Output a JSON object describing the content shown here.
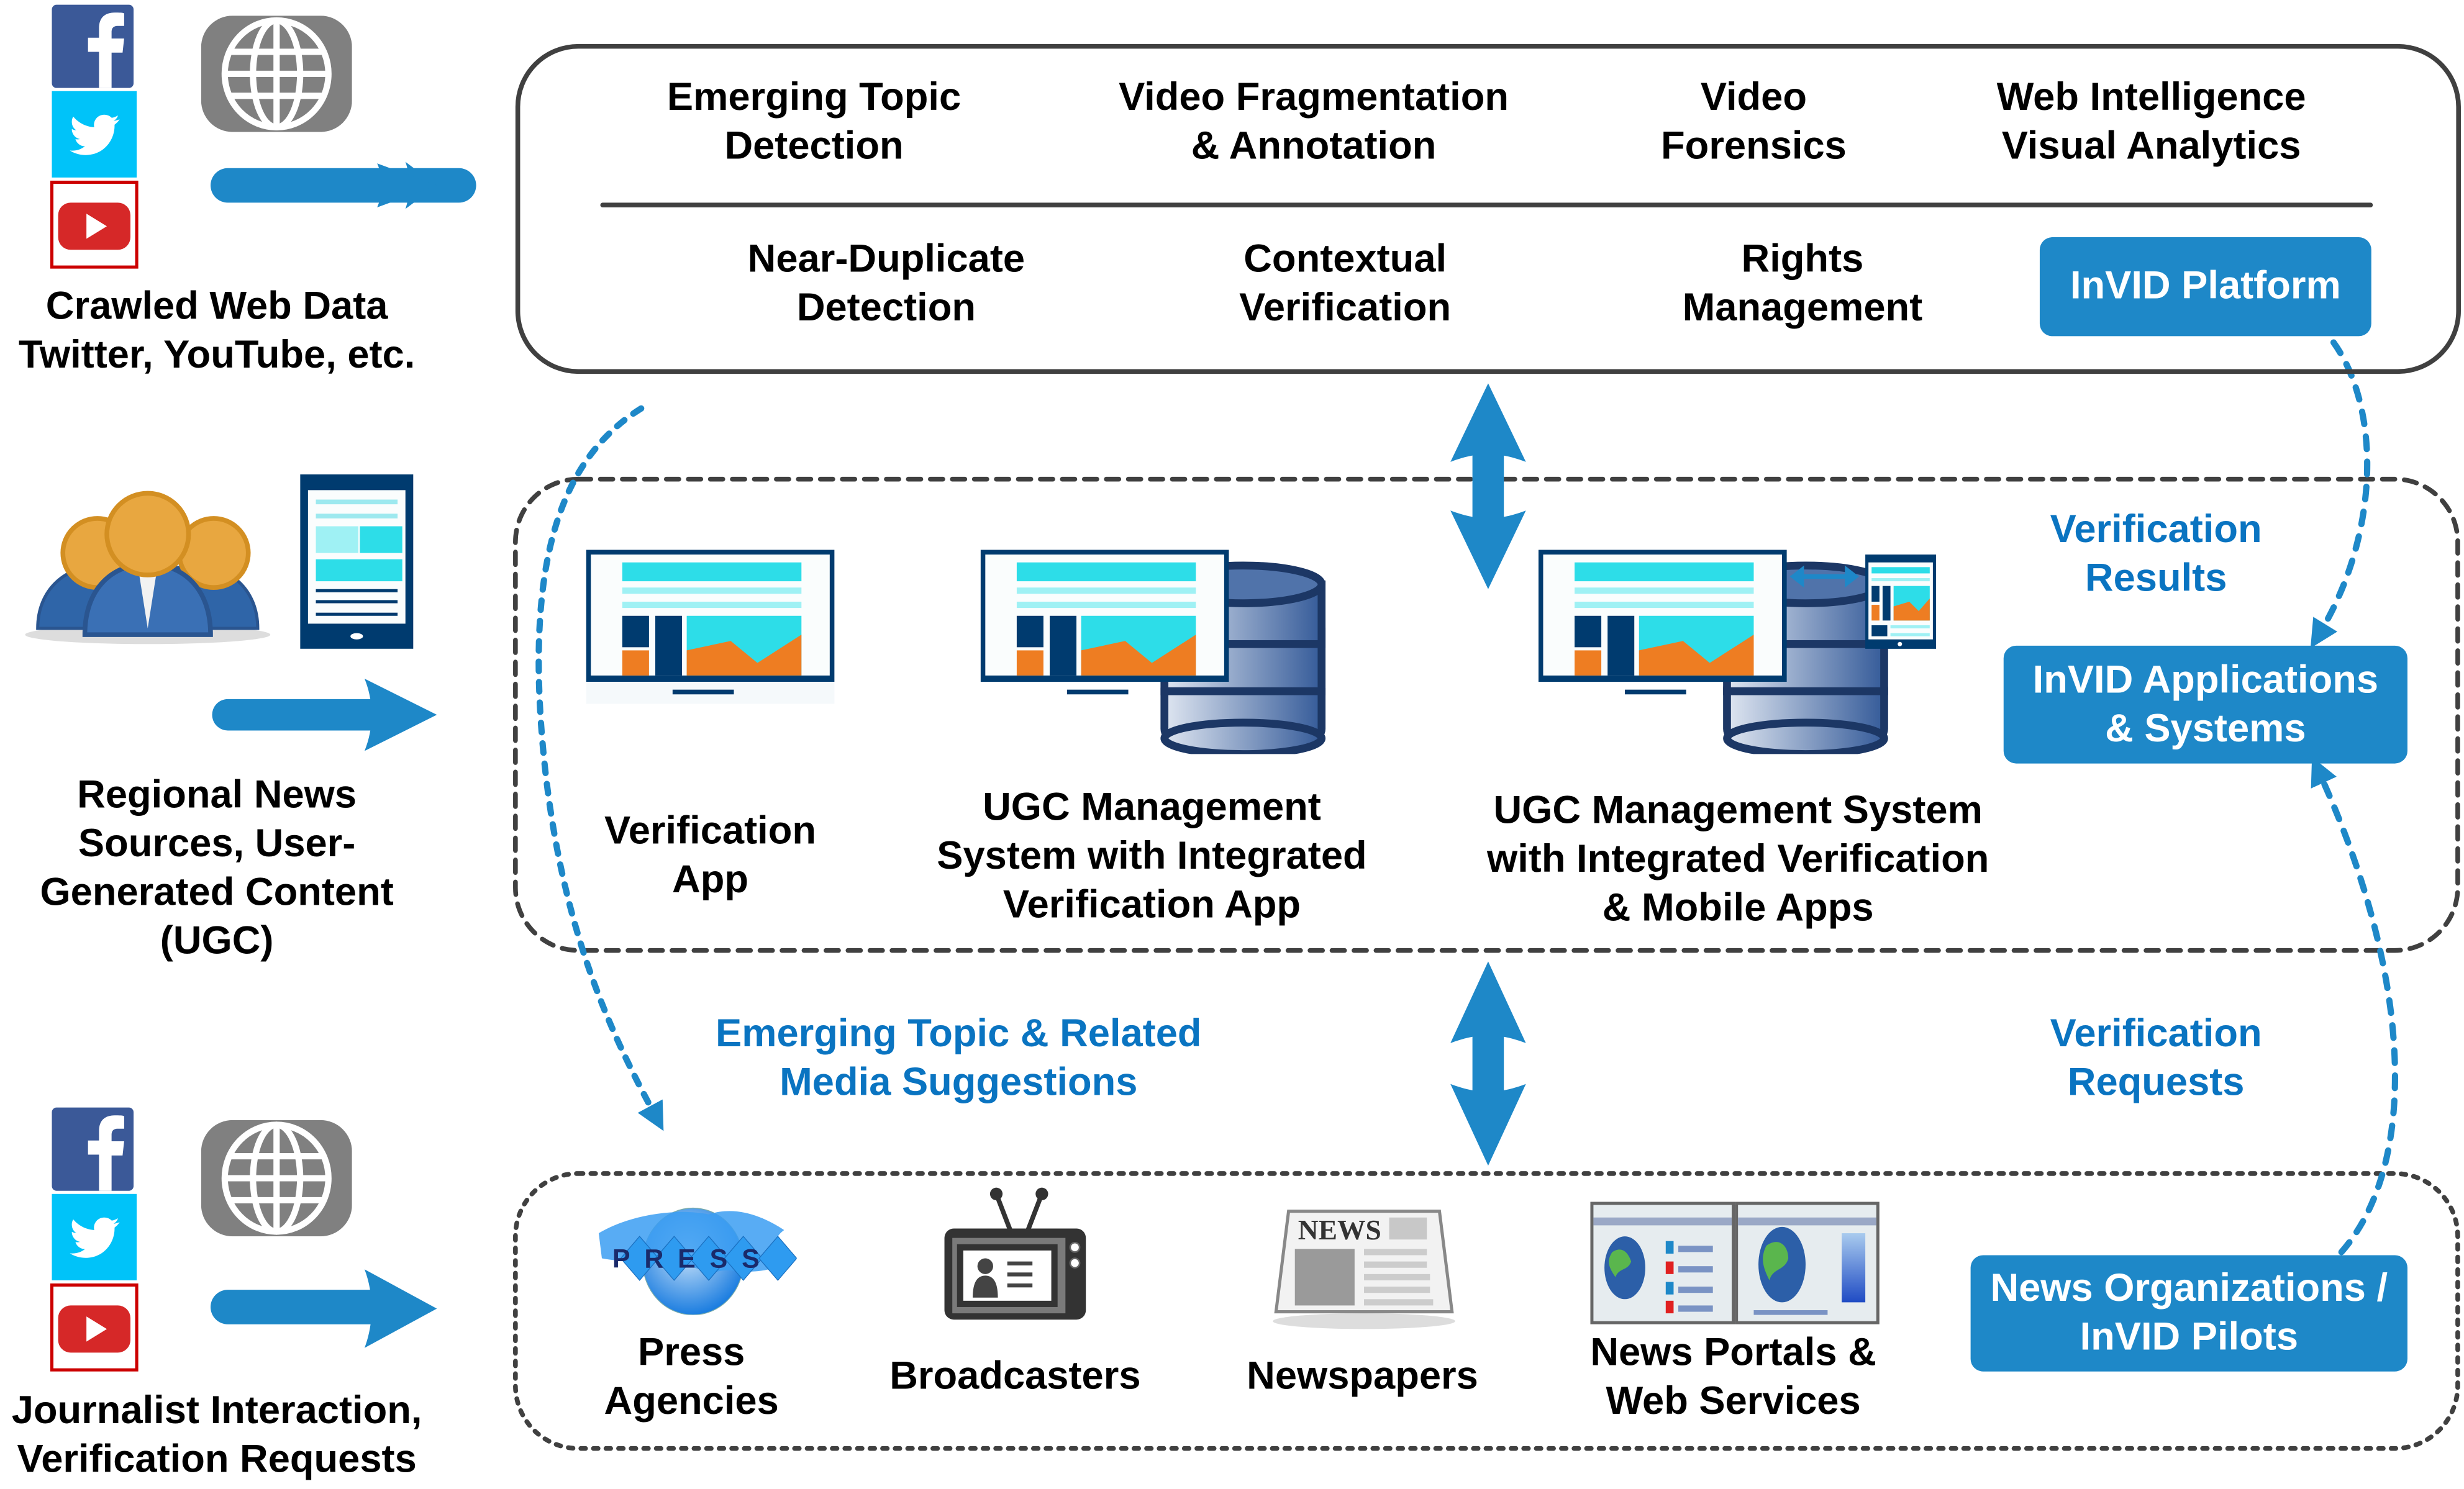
{
  "sources": {
    "crawled": [
      "Crawled Web Data",
      "Twitter, YouTube, etc."
    ],
    "regional": [
      "Regional News",
      "Sources, User-",
      "Generated Content",
      "(UGC)"
    ],
    "journalist": [
      "Journalist Interaction,",
      "Verification Requests"
    ]
  },
  "platform": {
    "top_row": [
      [
        "Emerging Topic",
        "Detection"
      ],
      [
        "Video Fragmentation",
        "& Annotation"
      ],
      [
        "Video",
        "Forensics"
      ],
      [
        "Web Intelligence",
        "Visual Analytics"
      ]
    ],
    "bottom_row": [
      [
        "Near-Duplicate",
        "Detection"
      ],
      [
        "Contextual",
        "Verification"
      ],
      [
        "Rights",
        "Management"
      ]
    ],
    "badge": "InVID Platform"
  },
  "applications": {
    "items": [
      [
        "Verification",
        "App"
      ],
      [
        "UGC Management",
        "System with Integrated",
        "Verification App"
      ],
      [
        "UGC Management System",
        "with Integrated Verification",
        "& Mobile Apps"
      ]
    ],
    "badge": [
      "InVID Applications",
      "& Systems"
    ],
    "results_label": [
      "Verification",
      "Results"
    ]
  },
  "flows": {
    "suggestions_label": [
      "Emerging Topic & Related",
      "Media Suggestions"
    ],
    "requests_label": [
      "Verification",
      "Requests"
    ]
  },
  "organizations": {
    "items": [
      [
        "Press",
        "Agencies"
      ],
      [
        "Broadcasters"
      ],
      [
        "Newspapers"
      ],
      [
        "News Portals &",
        "Web Services"
      ]
    ],
    "press_logo_letters": "PRESS",
    "newspaper_masthead": "NEWS",
    "badge": [
      "News Organizations /",
      "InVID Pilots"
    ]
  },
  "colors": {
    "accent_blue": "#1e88c8",
    "label_blue": "#0a74c1",
    "border_gray": "#404040",
    "facebook": "#3b5998",
    "twitter": "#00c3f9",
    "youtube": "#d62828"
  }
}
